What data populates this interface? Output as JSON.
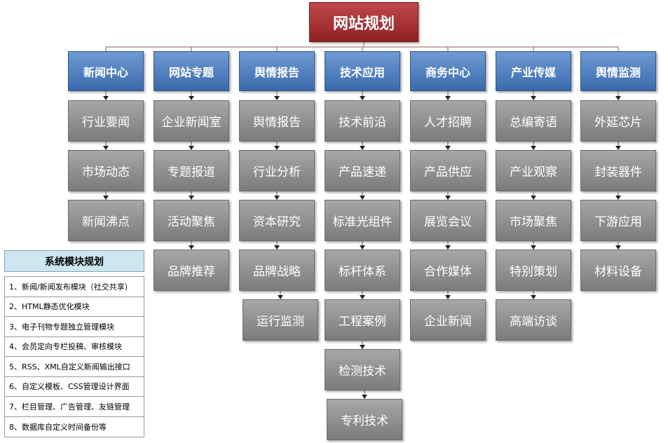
{
  "root": {
    "label": "网站规划"
  },
  "columns": [
    {
      "label": "新闻中心",
      "items": [
        "行业要闻",
        "市场动态",
        "新闻沸点"
      ]
    },
    {
      "label": "网站专题",
      "items": [
        "企业新闻室",
        "专题报道",
        "活动聚焦",
        "品牌推荐"
      ]
    },
    {
      "label": "舆情报告",
      "items": [
        "舆情报告",
        "行业分析",
        "资本研究",
        "品牌战略",
        "运行监测"
      ]
    },
    {
      "label": "技术应用",
      "items": [
        "技术前沿",
        "产品速递",
        "标准光组件",
        "标杆体系",
        "工程案例",
        "检测技术",
        "专利技术"
      ]
    },
    {
      "label": "商务中心",
      "items": [
        "人才招聘",
        "产品供应",
        "展览会议",
        "合作媒体",
        "企业新闻"
      ]
    },
    {
      "label": "产业传媒",
      "items": [
        "总编寄语",
        "产业观察",
        "市场聚焦",
        "特别策划",
        "高端访谈"
      ]
    },
    {
      "label": "舆情监测",
      "items": [
        "外延芯片",
        "封装器件",
        "下游应用",
        "材料设备"
      ]
    }
  ],
  "legend": {
    "title": "系统模块规划",
    "items": [
      "1、新闻/新闻发布模块（社交共享）",
      "2、HTML静态优化模块",
      "3、电子刊物专题独立管理模块",
      "4、会员定向专栏投稿、审核模块",
      "5、RSS、XML自定义新闻输出接口",
      "6、自定义模板、CSS管理设计界面",
      "7、栏目管理、广告管理、友链管理",
      "8、数据库自定义时间备份等"
    ]
  },
  "colors": {
    "root": "#a8302f",
    "category": "#4f7fc0",
    "leaf": "#8e8e8e",
    "connector": "#8a5a5a",
    "legend_header": "#cde6ef"
  }
}
